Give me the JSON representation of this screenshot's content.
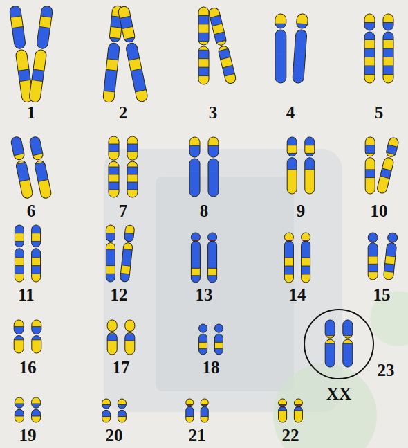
{
  "diagram": {
    "labels": [
      "1",
      "2",
      "3",
      "4",
      "5",
      "6",
      "7",
      "8",
      "9",
      "10",
      "11",
      "12",
      "13",
      "14",
      "15",
      "16",
      "17",
      "18",
      "19",
      "20",
      "21",
      "22",
      "23",
      "XX"
    ]
  }
}
